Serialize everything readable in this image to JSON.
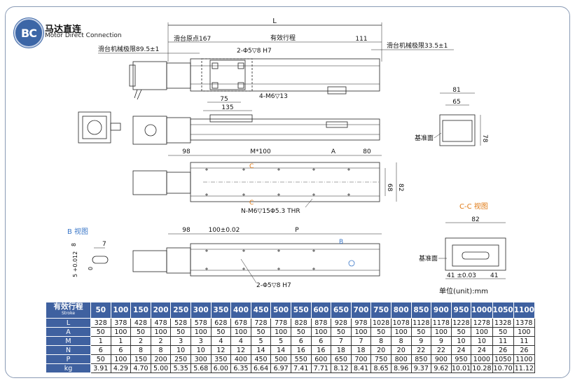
{
  "header": {
    "badge": "BC",
    "title_cn": "马达直连",
    "title_en": "Motor Direct Connection"
  },
  "drawing": {
    "dim_L": "L",
    "slider_origin": "滑台原点167",
    "effective_travel": "有效行程",
    "dim_111": "111",
    "left_limit": "滑台机械极限89.5±1",
    "right_limit": "滑台机械极限33.5±1",
    "pin_hole_top": "2-Φ5▽8 H7",
    "tap_holes": "4-M6▽13",
    "dim_75": "75",
    "dim_135": "135",
    "dim_81": "81",
    "dim_65": "65",
    "dim_78": "78",
    "datum_face": "基准面",
    "dim_98": "98",
    "dim_M100": "M*100",
    "dim_A": "A",
    "dim_80": "80",
    "dim_68": "68",
    "dim_82_side": "82",
    "mark_C": "C",
    "mount_holes": "N-M6▽15Φ5.3 THR",
    "view_B": "B 视图",
    "dim_7": "7",
    "dim_8": "8",
    "tol_5": "5 +0.012",
    "tol_5b": "0",
    "view_CC": "C-C 视图",
    "dim_82_cc": "82",
    "datum_face_cc": "基准面",
    "dim_41_tol": "41 ±0.03",
    "dim_41": "41",
    "dim_98_b": "98",
    "dim_100_tol": "100±0.02",
    "dim_P": "P",
    "mark_B": "B",
    "pin_hole_bottom": "2-Φ5▽8 H7",
    "unit": "单位(unit):mm"
  },
  "table": {
    "header_label": "有效行程",
    "header_sub": "Stroke",
    "strokes": [
      "50",
      "100",
      "150",
      "200",
      "250",
      "300",
      "350",
      "400",
      "450",
      "500",
      "550",
      "600",
      "650",
      "700",
      "750",
      "800",
      "850",
      "900",
      "950",
      "1000",
      "1050",
      "1100"
    ],
    "rows": [
      {
        "label": "L",
        "values": [
          "328",
          "378",
          "428",
          "478",
          "528",
          "578",
          "628",
          "678",
          "728",
          "778",
          "828",
          "878",
          "928",
          "978",
          "1028",
          "1078",
          "1128",
          "1178",
          "1228",
          "1278",
          "1328",
          "1378"
        ]
      },
      {
        "label": "A",
        "values": [
          "50",
          "100",
          "50",
          "100",
          "50",
          "100",
          "50",
          "100",
          "50",
          "100",
          "50",
          "100",
          "50",
          "100",
          "50",
          "100",
          "50",
          "100",
          "50",
          "100",
          "50",
          "100"
        ]
      },
      {
        "label": "M",
        "values": [
          "1",
          "1",
          "2",
          "2",
          "3",
          "3",
          "4",
          "4",
          "5",
          "5",
          "6",
          "6",
          "7",
          "7",
          "8",
          "8",
          "9",
          "9",
          "10",
          "10",
          "11",
          "11"
        ]
      },
      {
        "label": "N",
        "values": [
          "6",
          "6",
          "8",
          "8",
          "10",
          "10",
          "12",
          "12",
          "14",
          "14",
          "16",
          "16",
          "18",
          "18",
          "20",
          "20",
          "22",
          "22",
          "24",
          "24",
          "26",
          "26"
        ]
      },
      {
        "label": "P",
        "values": [
          "50",
          "100",
          "150",
          "200",
          "250",
          "300",
          "350",
          "400",
          "450",
          "500",
          "550",
          "600",
          "650",
          "700",
          "750",
          "800",
          "850",
          "900",
          "950",
          "1000",
          "1050",
          "1100"
        ]
      },
      {
        "label": "kg",
        "values": [
          "3.91",
          "4.29",
          "4.70",
          "5.00",
          "5.35",
          "5.68",
          "6.00",
          "6.35",
          "6.64",
          "6.97",
          "7.41",
          "7.71",
          "8.12",
          "8.41",
          "8.65",
          "8.96",
          "9.37",
          "9.62",
          "10.01",
          "10.28",
          "10.70",
          "11.12"
        ]
      }
    ]
  },
  "colors": {
    "brand_blue": "#3f61a0",
    "accent_orange": "#e07a14",
    "line": "#222222"
  }
}
